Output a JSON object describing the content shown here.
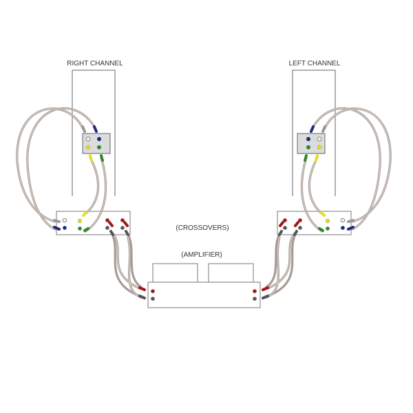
{
  "labels": {
    "right_channel": "RIGHT CHANNEL",
    "left_channel": "LEFT CHANNEL",
    "crossovers": "(CROSSOVERS)",
    "amplifier": "(AMPLIFIER)"
  },
  "colors": {
    "cable": "#a79c95",
    "white": "#f2f2f2",
    "blue": "#1b2a7a",
    "yellow": "#e6e020",
    "green": "#2a8a2a",
    "red": "#a01818",
    "gray": "#555555"
  }
}
